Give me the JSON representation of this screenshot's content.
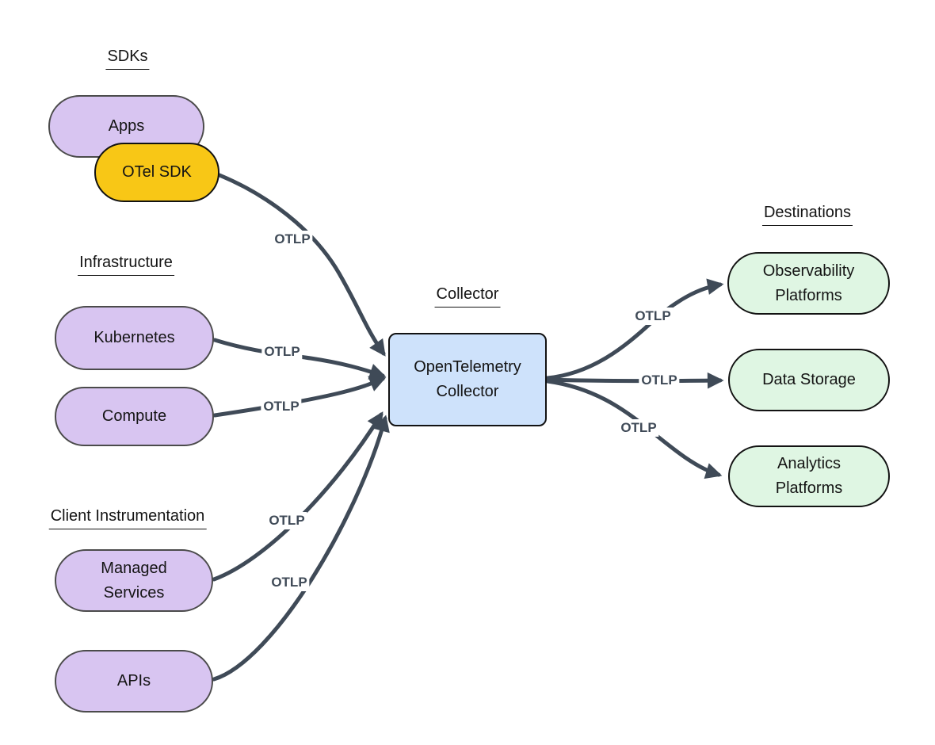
{
  "titles": {
    "sdks": "SDKs",
    "infrastructure": "Infrastructure",
    "client_instrumentation": "Client Instrumentation",
    "collector": "Collector",
    "destinations": "Destinations"
  },
  "nodes": {
    "apps": {
      "label": "Apps"
    },
    "otel_sdk": {
      "label": "OTel SDK"
    },
    "kubernetes": {
      "label": "Kubernetes"
    },
    "compute": {
      "label": "Compute"
    },
    "managed_services": {
      "label": "Managed Services"
    },
    "apis": {
      "label": "APIs"
    },
    "collector": {
      "label": "OpenTelemetry Collector"
    },
    "observability_platforms": {
      "label": "Observability Platforms"
    },
    "data_storage": {
      "label": "Data Storage"
    },
    "analytics_platforms": {
      "label": "Analytics Platforms"
    }
  },
  "edges": {
    "otel_sdk_to_collector": {
      "label": "OTLP"
    },
    "kubernetes_to_collector": {
      "label": "OTLP"
    },
    "compute_to_collector": {
      "label": "OTLP"
    },
    "managed_services_to_collector": {
      "label": "OTLP"
    },
    "apis_to_collector": {
      "label": "OTLP"
    },
    "collector_to_observability_platforms": {
      "label": "OTLP"
    },
    "collector_to_data_storage": {
      "label": "OTLP"
    },
    "collector_to_analytics_platforms": {
      "label": "OTLP"
    }
  },
  "colors": {
    "node_purple": "#d8c5f1",
    "node_yellow": "#f8c716",
    "node_blue": "#cee2fb",
    "node_green": "#dff6e3",
    "purple_border": "#4b4b4b",
    "dark_border": "#121212",
    "edge": "#3f4a57",
    "text": "#141414",
    "background": "#ffffff"
  }
}
